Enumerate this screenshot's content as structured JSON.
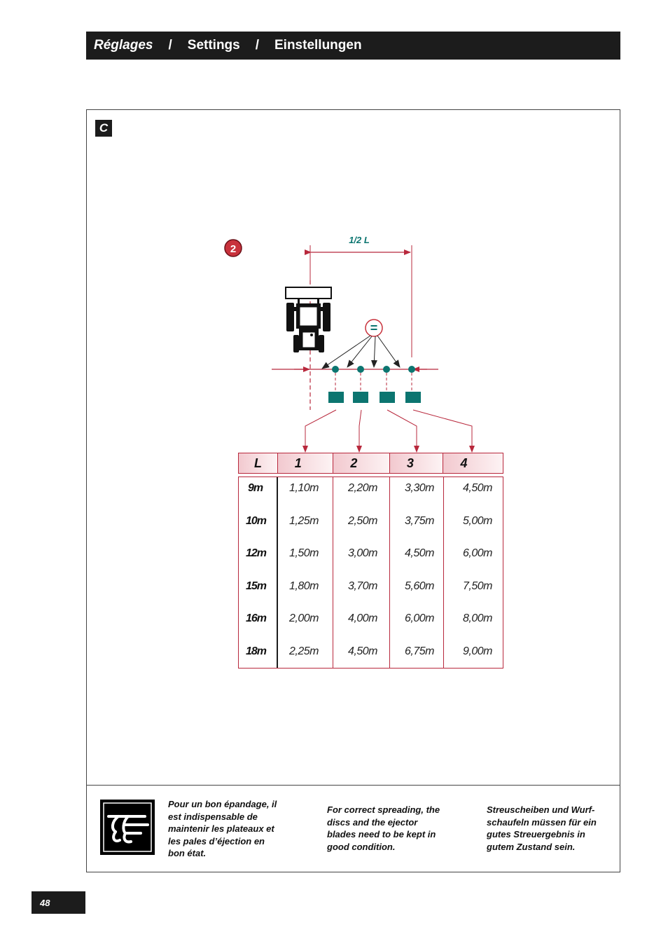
{
  "header": {
    "title_fr": "Réglages",
    "separator": "/",
    "title_en": "Settings",
    "title_de": "Einstellungen"
  },
  "section": {
    "label": "C"
  },
  "diagram": {
    "step_number": "2",
    "half_width_label": "1/2 L",
    "equal_symbol": "=",
    "accent_color": "#b8283c",
    "marker_color": "#0c7570",
    "icons": [
      "tractor-icon",
      "equal-spacing-icon"
    ]
  },
  "table": {
    "headers": [
      "L",
      "1",
      "2",
      "3",
      "4"
    ],
    "rows": [
      {
        "l": "9m",
        "v": [
          "1,10m",
          "2,20m",
          "3,30m",
          "4,50m"
        ]
      },
      {
        "l": "10m",
        "v": [
          "1,25m",
          "2,50m",
          "3,75m",
          "5,00m"
        ]
      },
      {
        "l": "12m",
        "v": [
          "1,50m",
          "3,00m",
          "4,50m",
          "6,00m"
        ]
      },
      {
        "l": "15m",
        "v": [
          "1,80m",
          "3,70m",
          "5,60m",
          "7,50m"
        ]
      },
      {
        "l": "16m",
        "v": [
          "2,00m",
          "4,00m",
          "6,00m",
          "8,00m"
        ]
      },
      {
        "l": "18m",
        "v": [
          "2,25m",
          "4,50m",
          "6,75m",
          "9,00m"
        ]
      }
    ]
  },
  "notes": {
    "icon": "pointing-hand-icon",
    "fr": [
      "Pour un bon épandage, il",
      "est indispensable de",
      "maintenir les plateaux et",
      "les pales d’éjection en",
      "bon état."
    ],
    "en": [
      "For correct spreading, the",
      "discs and the ejector",
      "blades need to be kept in",
      "good condition."
    ],
    "de": [
      "Streuscheiben und Wurf-",
      "schaufeln müssen für ein",
      "gutes Streuergebnis in",
      "gutem Zustand sein."
    ]
  },
  "footer": {
    "page_number": "48"
  }
}
